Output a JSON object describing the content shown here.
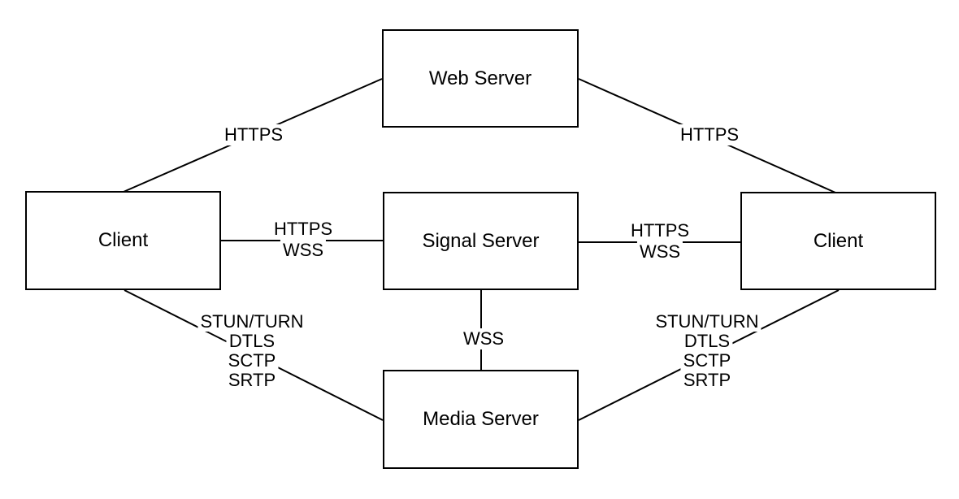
{
  "diagram_colors": {
    "background": "#ffffff",
    "line": "#000000",
    "text": "#000000"
  },
  "nodes": {
    "web_server": {
      "label": "Web Server"
    },
    "client_left": {
      "label": "Client"
    },
    "signal_server": {
      "label": "Signal Server"
    },
    "client_right": {
      "label": "Client"
    },
    "media_server": {
      "label": "Media Server"
    },
    "_": null
  },
  "edges": {
    "client_left__web_server": {
      "labels": [
        "HTTPS"
      ]
    },
    "web_server__client_right": {
      "labels": [
        "HTTPS"
      ]
    },
    "client_left__signal_server": {
      "labels": [
        "HTTPS",
        "WSS"
      ]
    },
    "signal_server__client_right": {
      "labels": [
        "HTTPS",
        "WSS"
      ]
    },
    "signal_server__media_server": {
      "labels": [
        "WSS"
      ]
    },
    "client_left__media_server": {
      "labels": [
        "STUN/TURN",
        "DTLS",
        "SCTP",
        "SRTP"
      ]
    },
    "client_right__media_server": {
      "labels": [
        "STUN/TURN",
        "DTLS",
        "SCTP",
        "SRTP"
      ]
    }
  }
}
